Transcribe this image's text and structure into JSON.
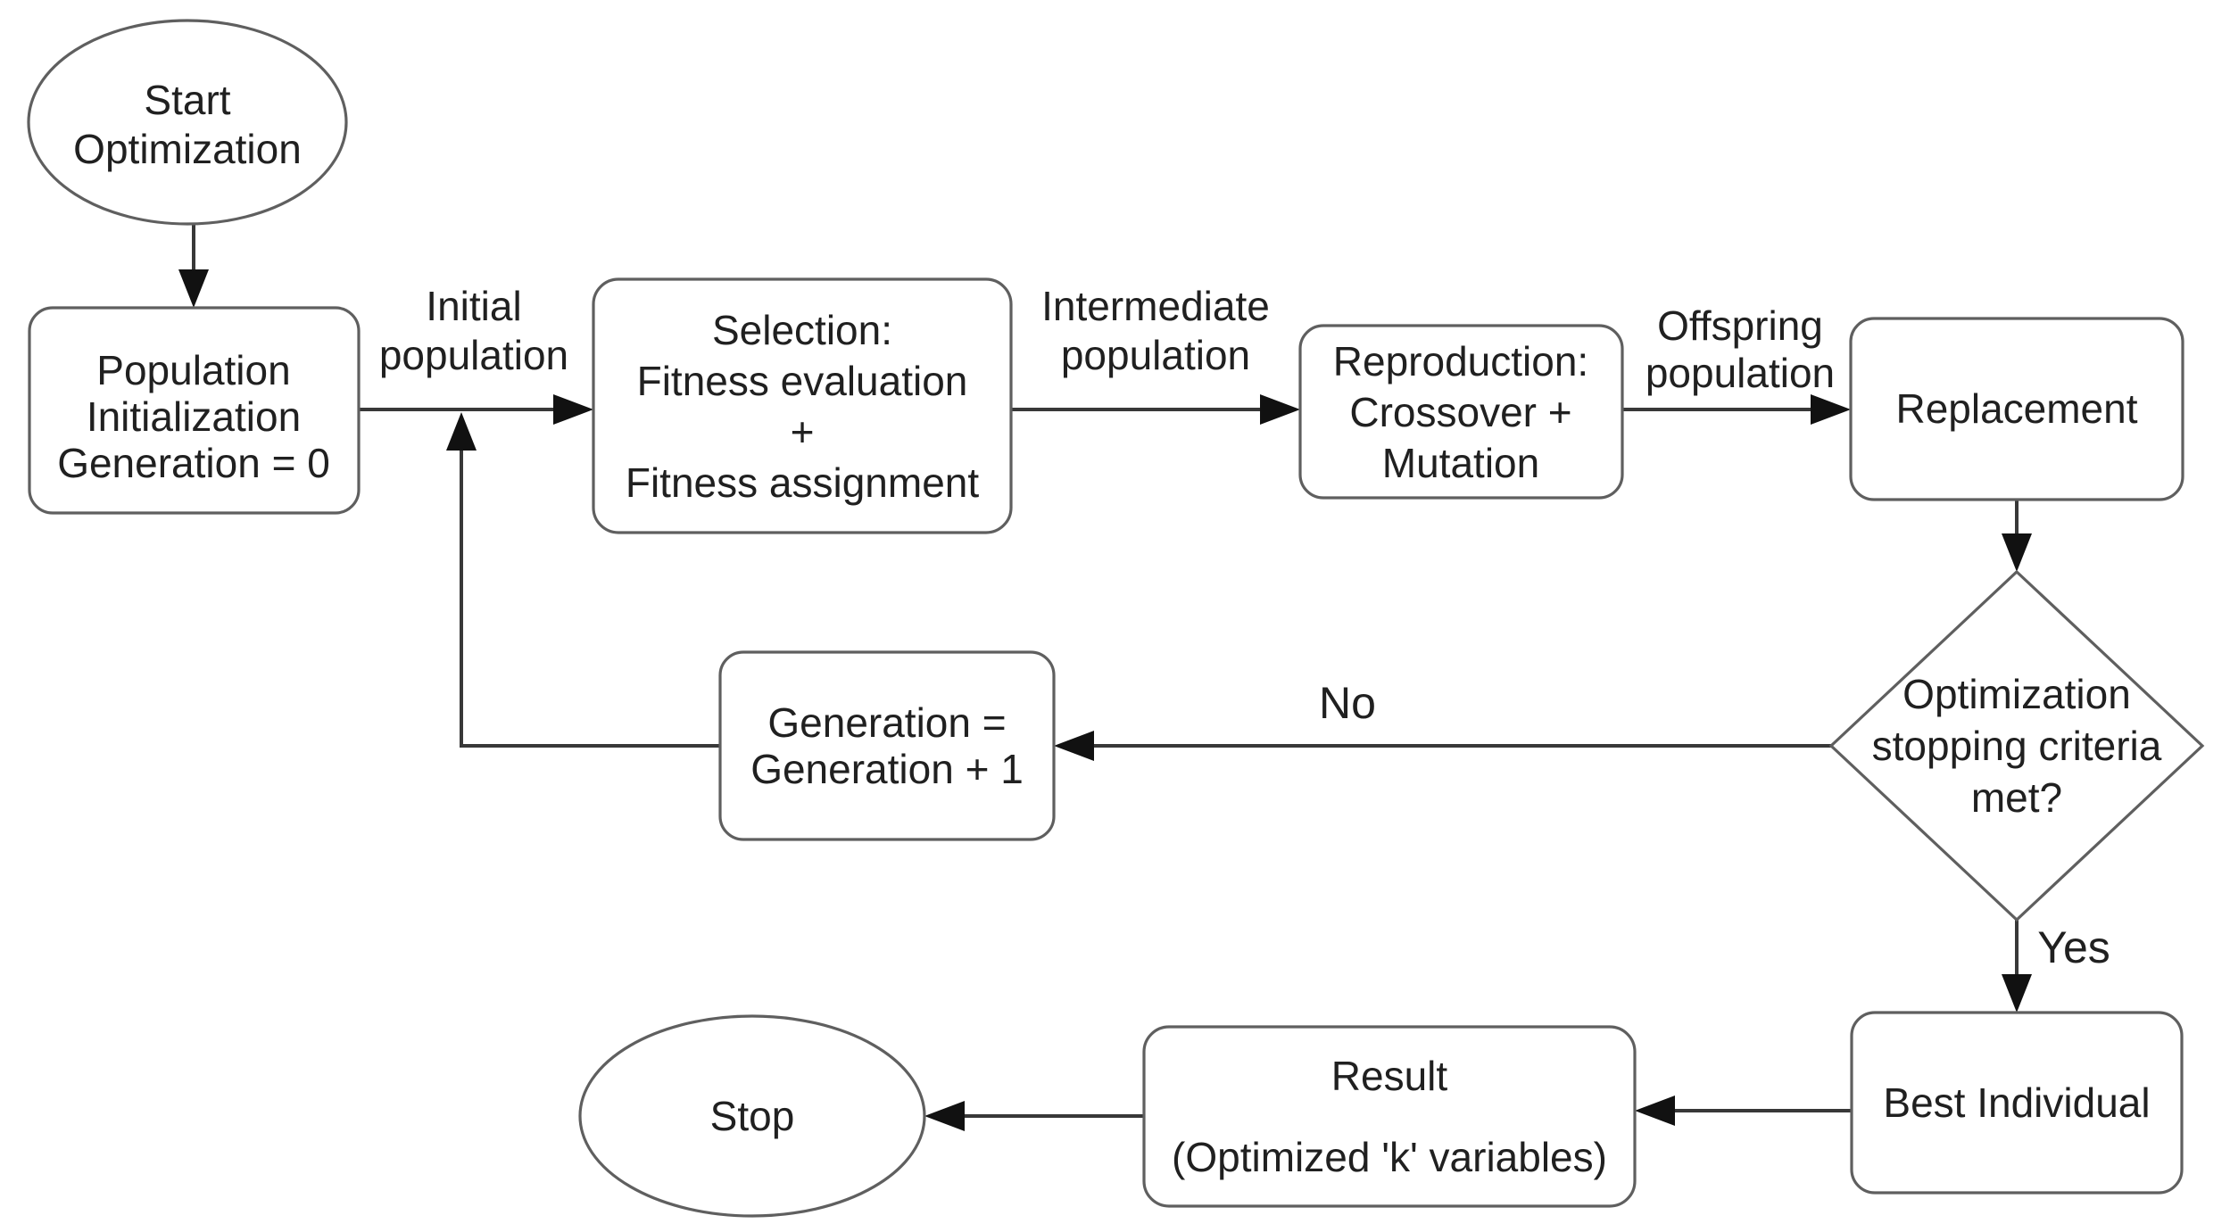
{
  "colors": {
    "background": "#ffffff",
    "connector": "#383838",
    "shape_border": "#5f5f5f",
    "arrowhead": "#111111",
    "text": "#202020"
  },
  "nodes": {
    "start": {
      "type": "terminator-ellipse",
      "lines": [
        "Start",
        "Optimization"
      ]
    },
    "population_init": {
      "type": "process",
      "lines": [
        "Population",
        "Initialization",
        "Generation = 0"
      ]
    },
    "selection": {
      "type": "process",
      "lines": [
        "Selection:",
        "Fitness evaluation",
        "+",
        "Fitness assignment"
      ]
    },
    "reproduction": {
      "type": "process",
      "lines": [
        "Reproduction:",
        "Crossover +",
        "Mutation"
      ]
    },
    "replacement": {
      "type": "process",
      "lines": [
        "Replacement"
      ]
    },
    "decision": {
      "type": "decision-diamond",
      "lines": [
        "Optimization",
        "stopping criteria",
        "met?"
      ]
    },
    "generation_increment": {
      "type": "process",
      "lines": [
        "Generation =",
        "Generation + 1"
      ]
    },
    "best_individual": {
      "type": "process",
      "lines": [
        "Best Individual"
      ]
    },
    "result": {
      "type": "process",
      "lines": [
        "Result",
        "(Optimized 'k' variables)"
      ]
    },
    "stop": {
      "type": "terminator-ellipse",
      "lines": [
        "Stop"
      ]
    }
  },
  "edge_labels": {
    "initial_population": {
      "lines": [
        "Initial",
        "population"
      ]
    },
    "intermediate_population": {
      "lines": [
        "Intermediate",
        "population"
      ]
    },
    "offspring_population": {
      "lines": [
        "Offspring",
        "population"
      ]
    },
    "no": "No",
    "yes": "Yes"
  }
}
